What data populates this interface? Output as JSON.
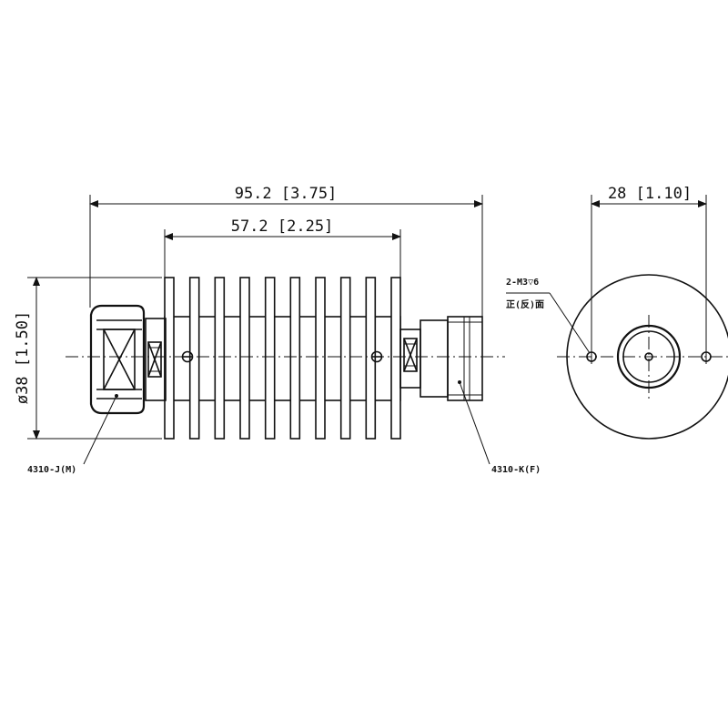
{
  "dimensions": {
    "overall_length": "95.2 [3.75]",
    "heatsink_length": "57.2 [2.25]",
    "diameter": "ø38 [1.50]",
    "hole_spacing": "28 [1.10]"
  },
  "labels": {
    "left_connector": "4310-J(M)",
    "right_connector": "4310-K(F)",
    "mount_holes_line1": "2-M3▽6",
    "mount_holes_line2": "正(反)面"
  },
  "heatsink": {
    "fin_count": 10
  }
}
